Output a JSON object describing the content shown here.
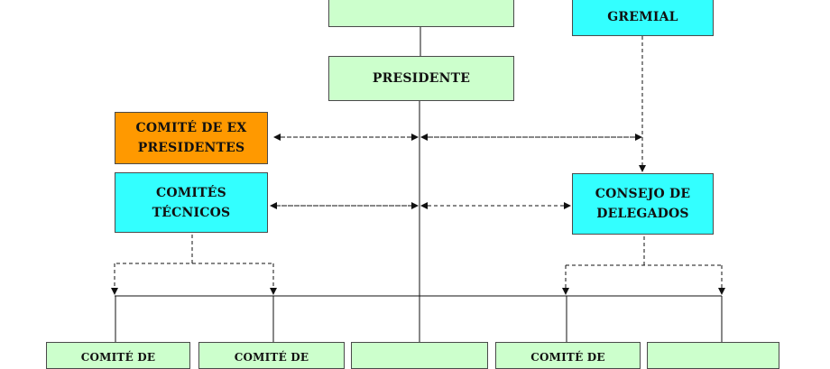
{
  "colors": {
    "green": "#ccffcc",
    "cyan": "#33ffff",
    "orange": "#ff9900",
    "line": "#111111"
  },
  "boxes": {
    "top_center": {
      "label": "",
      "color": "green"
    },
    "gremial": {
      "label": "GREMIAL",
      "color": "cyan"
    },
    "presidente": {
      "label": "PRESIDENTE",
      "color": "green"
    },
    "ex_presidentes": {
      "label": "COMITÉ DE EX\nPRESIDENTES",
      "color": "orange"
    },
    "comites_tecnicos": {
      "label": "COMITÉS\nTÉCNICOS",
      "color": "cyan"
    },
    "consejo_delegados": {
      "label": "CONSEJO DE\nDELEGADOS",
      "color": "cyan"
    },
    "bottom_1": {
      "label": "COMITÉ DE",
      "color": "green"
    },
    "bottom_2": {
      "label": "COMITÉ DE",
      "color": "green"
    },
    "bottom_3": {
      "label": "",
      "color": "green"
    },
    "bottom_4": {
      "label": "COMITÉ DE",
      "color": "green"
    },
    "bottom_5": {
      "label": "",
      "color": "green"
    }
  }
}
